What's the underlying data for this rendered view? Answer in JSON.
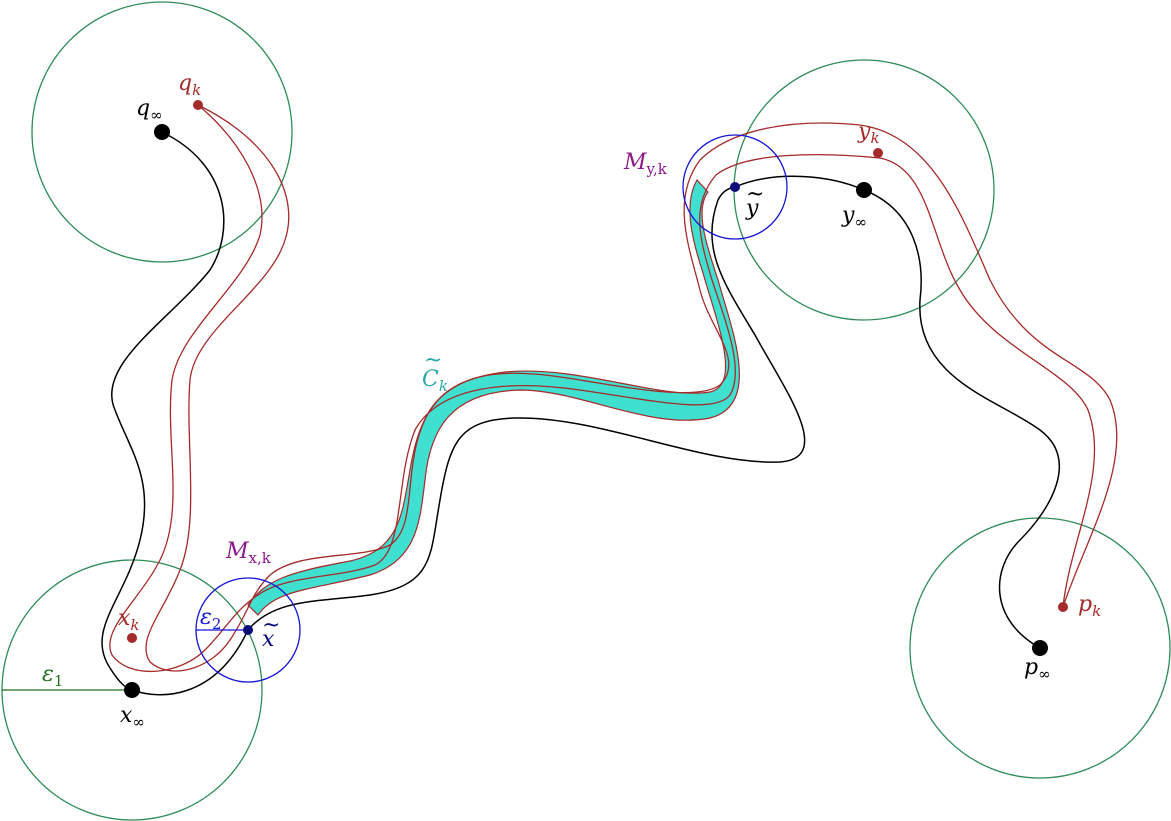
{
  "colors": {
    "green": "#2e8b57",
    "red": "#a52a2a",
    "blue": "#1515d6",
    "navy": "#0a0a7a",
    "black": "#000000",
    "purple": "#8b1a8b",
    "teal_fill": "#40e0d0",
    "teal_text": "#2aa7a7",
    "dark_green": "#1f6f1f"
  },
  "labels": {
    "q_inf": {
      "base": "q",
      "sub": "∞"
    },
    "q_k": {
      "base": "q",
      "sub": "k"
    },
    "x_k": {
      "base": "x",
      "sub": "k"
    },
    "x_inf": {
      "base": "x",
      "sub": "∞"
    },
    "eps1": {
      "base": "ε",
      "sub": "1"
    },
    "eps2": {
      "base": "ε",
      "sub": "2"
    },
    "x_tilde": {
      "base": "x",
      "tilde": "~"
    },
    "M_x": {
      "base": "M",
      "sub": "x,k"
    },
    "C_k": {
      "base": "C",
      "sub": "k",
      "tilde": "~"
    },
    "M_y": {
      "base": "M",
      "sub": "y,k"
    },
    "y_tilde": {
      "base": "y",
      "tilde": "~"
    },
    "y_k": {
      "base": "y",
      "sub": "k"
    },
    "y_inf": {
      "base": "y",
      "sub": "∞"
    },
    "p_k": {
      "base": "p",
      "sub": "k"
    },
    "p_inf": {
      "base": "p",
      "sub": "∞"
    }
  }
}
